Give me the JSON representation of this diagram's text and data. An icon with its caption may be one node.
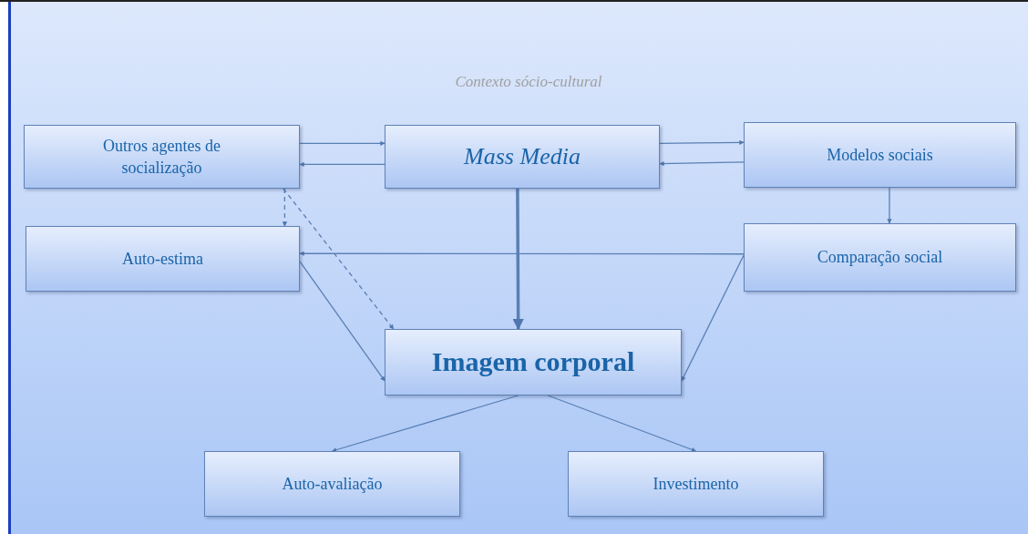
{
  "diagram": {
    "title": "Contexto sócio-cultural",
    "nodes": [
      {
        "text": [
          "Outros agentes de socialização"
        ]
      },
      {
        "text": [
          "Mass Media"
        ]
      },
      {
        "text": [
          "Modelos sociais"
        ]
      },
      {
        "text": [
          "Auto-estima"
        ]
      },
      {
        "text": [
          "Comparação social"
        ]
      },
      {
        "text": [
          "Imagem corporal"
        ]
      },
      {
        "text": [
          "Auto-avaliação"
        ]
      },
      {
        "text": [
          "Investimento"
        ]
      }
    ],
    "edges": [
      {
        "from": 0,
        "to": 1,
        "arrow": "to"
      },
      {
        "from": 1,
        "to": 0,
        "arrow": "to"
      },
      {
        "from": 1,
        "to": 2,
        "arrow": "to"
      },
      {
        "from": 2,
        "to": 1,
        "arrow": "to"
      },
      {
        "from": 0,
        "to": 3,
        "arrow": "to",
        "style": "dashed"
      },
      {
        "from": 0,
        "to": 5,
        "arrow": "to",
        "style": "dashed"
      },
      {
        "from": 1,
        "to": 5,
        "arrow": "to",
        "style": "thick"
      },
      {
        "from": 2,
        "to": 4,
        "arrow": "to"
      },
      {
        "from": 4,
        "to": 3,
        "arrow": "to"
      },
      {
        "from": 3,
        "to": 5,
        "arrow": "to"
      },
      {
        "from": 4,
        "to": 5,
        "arrow": "to"
      },
      {
        "from": 5,
        "to": 6,
        "arrow": "to"
      },
      {
        "from": 5,
        "to": 7,
        "arrow": "to"
      }
    ]
  }
}
